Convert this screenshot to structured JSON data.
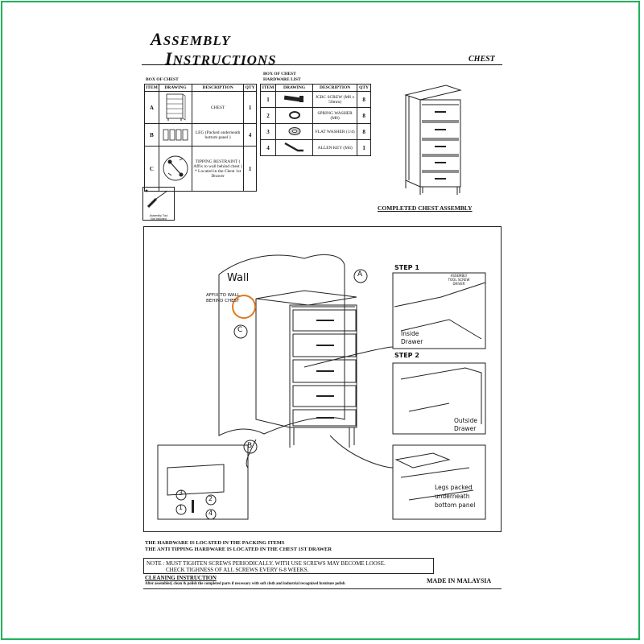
{
  "header": {
    "title_line1_cap": "A",
    "title_line1_rest": "SSEMBLY",
    "title_line2_cap": "I",
    "title_line2_rest": "NSTRUCTIONS",
    "product": "CHEST"
  },
  "box_table": {
    "caption": "BOX OF CHEST",
    "headers": [
      "ITEM",
      "DRAWING",
      "DESCRIPTION",
      "QTY"
    ],
    "rows": [
      {
        "item": "A",
        "desc": "CHEST",
        "qty": "1"
      },
      {
        "item": "B",
        "desc": "LEG (Packed underneath bottom panel )",
        "qty": "4"
      },
      {
        "item": "C",
        "desc": "TIPPING RESTRAINT ( Affix to wall behind chest ) * Located in the Chest 1st Drawer",
        "qty": "1"
      }
    ]
  },
  "hardware_table": {
    "caption1": "BOX OF CHEST",
    "caption2": "HARDWARE LIST",
    "headers": [
      "ITEM",
      "DRAWING",
      "DESCRIPTION",
      "QTY"
    ],
    "rows": [
      {
        "item": "1",
        "desc": "JCBC SCREW (M6 x 50mm)",
        "qty": "8"
      },
      {
        "item": "2",
        "desc": "SPRING WASHER (M6)",
        "qty": "8"
      },
      {
        "item": "3",
        "desc": "FLAT WASHER (1/4)",
        "qty": "8"
      },
      {
        "item": "4",
        "desc": "ALLEN KEY (M4)",
        "qty": "1"
      }
    ]
  },
  "tool_box": {
    "label1": "Assembly Tool",
    "label2": "Not Included"
  },
  "completed_caption": "COMPLETED CHEST ASSEMBLY",
  "diagram": {
    "wall": "Wall",
    "affix": "AFFIX TO WALL BEHIND CHEST",
    "callout_a": "A",
    "callout_b": "B",
    "callout_c": "C",
    "step1": "STEP 1",
    "step1_tool": "ASSEMBLY TOOL SCREW DRIVER",
    "inside1": "Inside",
    "inside2": "Drawer",
    "step2": "STEP 2",
    "outside1": "Outside",
    "outside2": "Drawer",
    "legs1": "Legs packed",
    "legs2": "underneath",
    "legs3": "bottom panel",
    "n1": "1",
    "n2": "2",
    "n3": "3",
    "n4": "4"
  },
  "footer": {
    "hardware_line1": "THE HARDWARE IS LOCATED IN THE PACKING ITEMS",
    "hardware_line2": "THE ANTI TIPPING HARDWARE IS LOCATED IN THE CHEST 1ST DRAWER",
    "note1": "NOTE : MUST TIGHTEN SCREWS PERIODICALLY. WITH USE SCREWS MAY BECOME LOOSE.",
    "note2": "CHECK TIGHNESS OF ALL SCREWS EVERY 6-8 WEEKS.",
    "cleaning_title": "CLEANING INSTRUCTION",
    "cleaning_text": "After assembled, clean & polish the completed parts if necessary with soft cloth and industrial recognized furniture polish",
    "made_in": "MADE IN MALAYSIA"
  }
}
